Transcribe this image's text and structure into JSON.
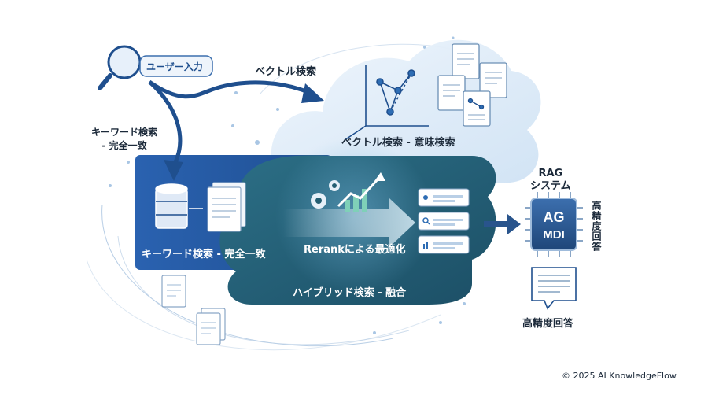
{
  "user_input": {
    "label": "ユーザー入力"
  },
  "vector_search": {
    "arrow_label": "ベクトル検索",
    "cloud_label": "ベクトル検索 - 意味検索"
  },
  "keyword_search": {
    "arrow_label": "キーワード検索\n- 完全一致",
    "box_label": "キーワード検索 - 完全一致"
  },
  "rerank": {
    "label": "Rerankによる最適化"
  },
  "hybrid": {
    "label": "ハイブリッド検索 - 融合"
  },
  "rag": {
    "label": "RAG\nシステム",
    "chip_line1": "AG",
    "chip_line2": "MDI",
    "side_label": "高精度回答"
  },
  "answer": {
    "label": "高精度回答"
  },
  "footer": {
    "copyright": "© 2025 AI KnowledgeFlow"
  },
  "colors": {
    "dark_blue": "#1f4f8e",
    "mid_blue": "#2e6db4",
    "teal": "#245e72",
    "light_cloud": "#dbeaf7",
    "arrow_blue": "#29548c",
    "accent_green": "#3d8f6f"
  }
}
